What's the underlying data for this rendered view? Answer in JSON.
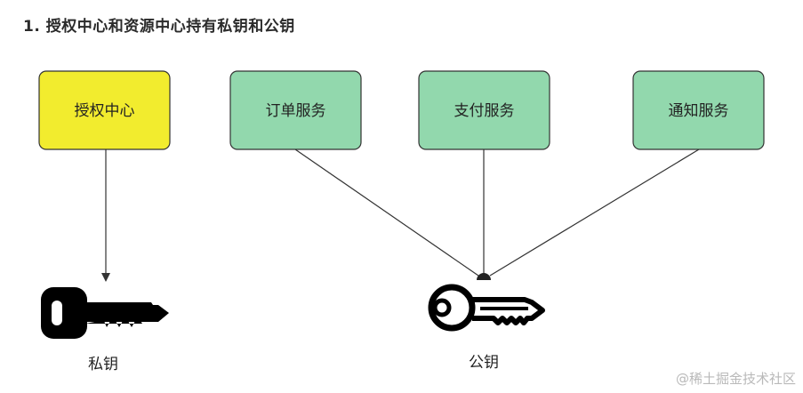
{
  "heading": "1. 授权中心和资源中心持有私钥和公钥",
  "nodes": {
    "auth_center": {
      "label": "授权中心",
      "fill": "#f2ec2e"
    },
    "order_service": {
      "label": "订单服务",
      "fill": "#92d8ad"
    },
    "payment_service": {
      "label": "支付服务",
      "fill": "#92d8ad"
    },
    "notify_service": {
      "label": "通知服务",
      "fill": "#92d8ad"
    }
  },
  "keys": {
    "private_key": {
      "label": "私钥",
      "icon": "solid-key-icon"
    },
    "public_key": {
      "label": "公钥",
      "icon": "outline-key-icon"
    }
  },
  "colors": {
    "stroke": "#333333",
    "key": "#000000"
  },
  "watermark": "@稀土掘金技术社区"
}
